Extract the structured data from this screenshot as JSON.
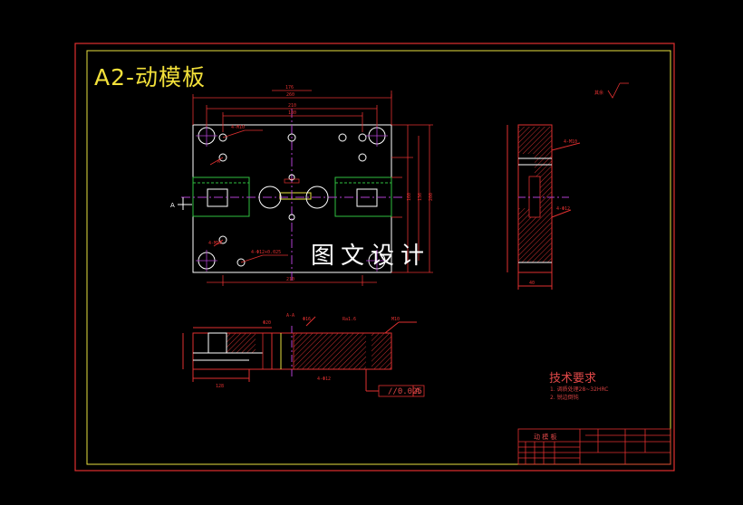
{
  "drawing": {
    "title": "A2-动模板",
    "watermark": "图文设计",
    "tech_requirements": {
      "heading": "技术要求",
      "items": [
        "1. 调质处理28~32HRC",
        "2. 锐边倒钝"
      ]
    },
    "title_block": {
      "part_name": "动 模 板"
    },
    "tolerance": {
      "symbol": "//",
      "value": "0.025",
      "datum": "A"
    },
    "colors": {
      "background": "#000000",
      "outer_frame": "#e03030",
      "inner_frame": "#e8e040",
      "outline": "#e03030",
      "hidden": "#30c040",
      "centerline": "#b040d0",
      "hatch": "#d03030",
      "dimension": "#e03030",
      "text": "#f2e03a"
    }
  }
}
